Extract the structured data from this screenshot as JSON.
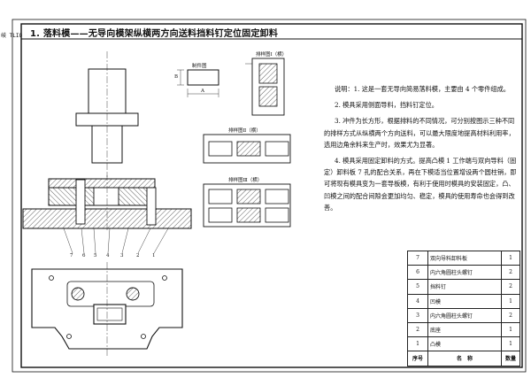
{
  "corner_label": "岐 TLIO",
  "title": "1. 落料模——无导向模架纵横两方向送料挡料钉定位固定卸料",
  "notes": [
    "说明：1. 这是一套无导向简易落料模，主要由 4 个零件组成。",
    "2. 模具采用侧面导料，挡料钉定位。",
    "3. 冲件为长方形，根据排料的不同情况，可分别按图示三种不同的排样方式从纵横两个方向送料，可以最大限度地提高材料利用率，选用边角余料来生产时，效果尤为显著。",
    "4. 模具采用固定卸料的方式。提高凸模 1 工作端与双向导料（固定）卸料板 7 孔的配合关系，再在下模适当位置增设两个圆柱销，即可将现有模具变为一套导板模，有利于使用时模具的安装固定，凸、凹模之间的配合间隙会更加均匀、稳定，模具的使用寿命也会得到改善。"
  ],
  "labels": {
    "workpiece": "制件图",
    "layout_1": "排样图Ⅰ（横）",
    "layout_2": "排样图Ⅱ（横）",
    "layout_3": "排样图Ⅲ（横）",
    "dim_a": "A",
    "dim_b": "B",
    "callouts": [
      "7",
      "6",
      "5",
      "4",
      "3",
      "2",
      "1"
    ]
  },
  "bom": {
    "rows": [
      {
        "no": "7",
        "name": "双向导料卸料板",
        "qty": "1"
      },
      {
        "no": "6",
        "name": "内六角圆柱头螺钉",
        "qty": "2"
      },
      {
        "no": "5",
        "name": "挡料钉",
        "qty": "2"
      },
      {
        "no": "4",
        "name": "凹模",
        "qty": "1"
      },
      {
        "no": "3",
        "name": "内六角圆柱头螺钉",
        "qty": "2"
      },
      {
        "no": "2",
        "name": "底座",
        "qty": "1"
      },
      {
        "no": "1",
        "name": "凸模",
        "qty": "1"
      }
    ],
    "header": {
      "no": "序号",
      "name": "名　称",
      "qty": "数量"
    }
  }
}
